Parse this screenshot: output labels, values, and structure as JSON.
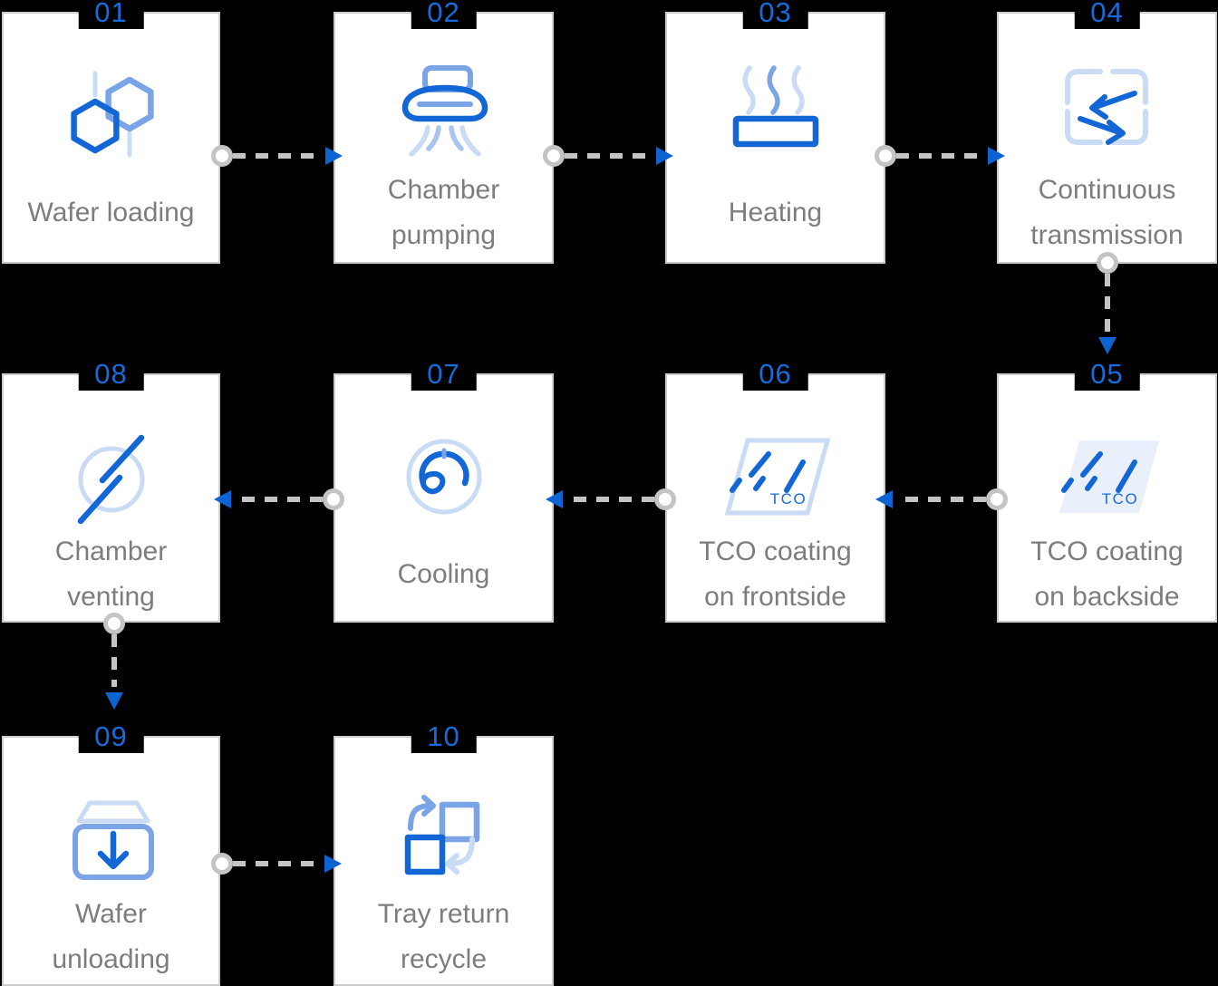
{
  "colors": {
    "page_bg": "#000000",
    "card_bg": "#ffffff",
    "card_border": "#cccccc",
    "accent_blue": "#176bdb",
    "arrow_blue": "#0e63d2",
    "icon_dark": "#1266d6",
    "icon_medium": "#7aa4e6",
    "icon_medlight": "#a9c4ee",
    "icon_light": "#c9dbf5",
    "tco_fill": "#e9effb",
    "label_gray": "#7d7d7d",
    "connector_gray": "#c4c4c4"
  },
  "steps": [
    {
      "num": "01",
      "label_line1": "Wafer loading",
      "icon": "wafer-loading-icon"
    },
    {
      "num": "02",
      "label_line1": "Chamber",
      "label_line2": "pumping",
      "icon": "chamber-pumping-icon"
    },
    {
      "num": "03",
      "label_line1": "Heating",
      "icon": "heating-icon"
    },
    {
      "num": "04",
      "label_line1": "Continuous",
      "label_line2": "transmission",
      "icon": "continuous-transmission-icon"
    },
    {
      "num": "05",
      "label_line1": "TCO coating",
      "label_line2": "on backside",
      "icon": "tco-coating-backside-icon",
      "tco_text": "TCO"
    },
    {
      "num": "06",
      "label_line1": "TCO coating",
      "label_line2": "on frontside",
      "icon": "tco-coating-frontside-icon",
      "tco_text": "TCO"
    },
    {
      "num": "07",
      "label_line1": "Cooling",
      "icon": "cooling-gauge-icon"
    },
    {
      "num": "08",
      "label_line1": "Chamber",
      "label_line2": "venting",
      "icon": "chamber-venting-icon"
    },
    {
      "num": "09",
      "label_line1": "Wafer",
      "label_line2": "unloading",
      "icon": "wafer-unloading-icon"
    },
    {
      "num": "10",
      "label_line1": "Tray return",
      "label_line2": "recycle",
      "icon": "tray-return-recycle-icon"
    }
  ]
}
